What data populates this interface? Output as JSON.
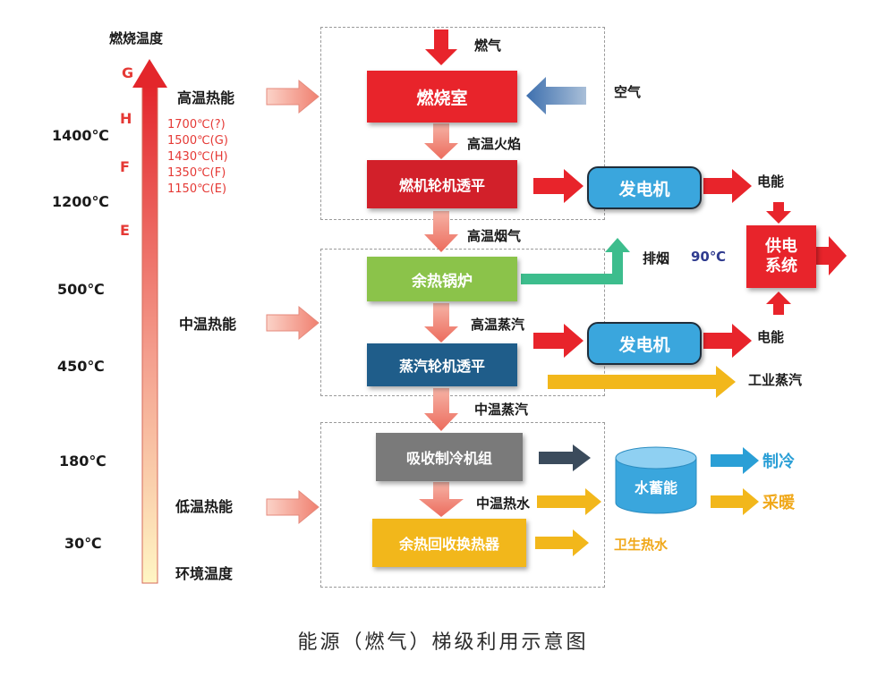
{
  "left_scale": {
    "title": "燃烧温度",
    "bottom_label": "环境温度",
    "grades": [
      "G",
      "H",
      "F",
      "E"
    ],
    "temperatures": [
      "1400℃",
      "1200℃",
      "500℃",
      "450℃",
      "180℃",
      "30℃"
    ],
    "grade_temps": [
      "1700℃(?)",
      "1500℃(G)",
      "1430℃(H)",
      "1350℃(F)",
      "1150℃(E)"
    ]
  },
  "heat_levels": {
    "high": "高温热能",
    "mid": "中温热能",
    "low": "低温热能"
  },
  "flow": {
    "gas": "燃气",
    "air": "空气",
    "combustion_chamber": "燃烧室",
    "high_temp_flame": "高温火焰",
    "gas_turbine": "燃机轮机透平",
    "high_temp_flue_gas": "高温烟气",
    "waste_heat_boiler": "余热锅炉",
    "exhaust": "排烟",
    "exhaust_temp": "90℃",
    "high_temp_steam": "高温蒸汽",
    "steam_turbine": "蒸汽轮机透平",
    "mid_temp_steam": "中温蒸汽",
    "absorption_chiller": "吸收制冷机组",
    "mid_temp_hot_water": "中温热水",
    "waste_heat_exchanger": "余热回收换热器"
  },
  "outputs": {
    "generator_1": "发电机",
    "electricity_1": "电能",
    "generator_2": "发电机",
    "electricity_2": "电能",
    "power_supply": "供电系统",
    "power_supply_line1": "供电",
    "power_supply_line2": "系统",
    "industrial_steam": "工业蒸汽",
    "water_storage": "水蓄能",
    "cooling": "制冷",
    "heating": "采暖",
    "sanitary_hot_water": "卫生热水"
  },
  "caption": "能源（燃气）梯级利用示意图",
  "colors": {
    "red": "#e8242b",
    "dark_red": "#d2202a",
    "green": "#8bc34a",
    "teal": "#3dbd8d",
    "navy": "#1f5d8a",
    "gray": "#7a7a7a",
    "gold": "#f2b71b",
    "blue": "#3aa6dd",
    "orange_text": "#f0a81a",
    "cyan_text": "#2a9fd6"
  }
}
